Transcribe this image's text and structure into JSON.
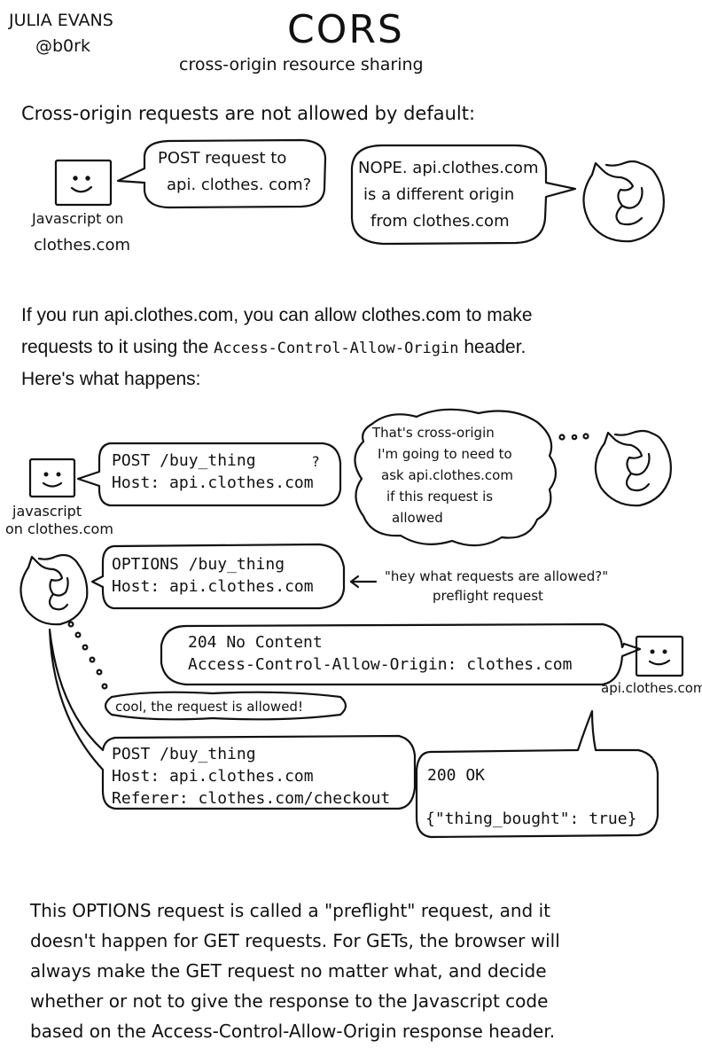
{
  "author": {
    "name": "JULIA EVANS",
    "handle": "@b0rk"
  },
  "title": "CORS",
  "subtitle": "cross-origin resource sharing",
  "intro": "Cross-origin requests are not allowed by default:",
  "panel1": {
    "js_label_line1": "Javascript on",
    "js_label_line2": "clothes.com",
    "js_bubble_line1": "POST request to",
    "js_bubble_line2": "api. clothes. com?",
    "browser_bubble_line1": "NOPE. api.clothes.com",
    "browser_bubble_line2": "is a different origin",
    "browser_bubble_line3": "from clothes.com"
  },
  "explain": {
    "line1": "If you run api.clothes.com, you can allow clothes.com to make",
    "line2_before": "requests to it using the ",
    "line2_code": "Access-Control-Allow-Origin",
    "line2_after": " header.",
    "line3": "Here's what happens:"
  },
  "flow": {
    "post1_line1": "POST /buy_thing",
    "post1_q": "?",
    "post1_line2": "Host: api.clothes.com",
    "js_label_line1": "javascript",
    "js_label_line2": "on clothes.com",
    "thought_line1": "That's cross-origin",
    "thought_line2": "I'm going to need to",
    "thought_line3": "ask api.clothes.com",
    "thought_line4": "if this request is",
    "thought_line5": "allowed",
    "options_line1": "OPTIONS /buy_thing",
    "options_line2": "Host: api.clothes.com",
    "preflight_note_line1": "\"hey what requests are allowed?\"",
    "preflight_note_line2": "preflight request",
    "resp204_line1": "204 No Content",
    "resp204_line2": "Access-Control-Allow-Origin: clothes.com",
    "api_label": "api.clothes.com",
    "allowed_note": "cool, the request is allowed!",
    "post2_line1": "POST /buy_thing",
    "post2_line2": "Host: api.clothes.com",
    "post2_line3": "Referer: clothes.com/checkout",
    "resp200_line1": "200 OK",
    "resp200_line2": "{\"thing_bought\": true}"
  },
  "footer": {
    "line1": "This OPTIONS request is called a \"preflight\" request, and it",
    "line2": "doesn't happen for GET requests. For GETs, the browser will",
    "line3": "always make the GET request no matter what, and decide",
    "line4": "whether or not to give the response to the Javascript code",
    "line5": "based on the Access-Control-Allow-Origin response header."
  },
  "icons": {
    "smiley": "smiley-square-icon",
    "browser": "firefox-browser-icon"
  }
}
